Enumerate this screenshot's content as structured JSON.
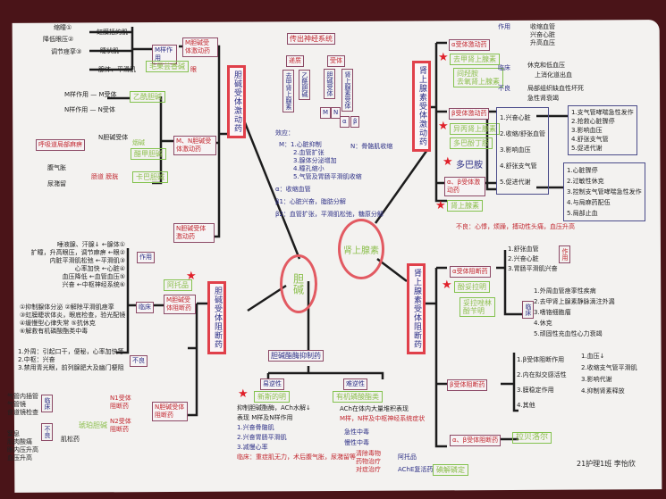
{
  "author": "21护理1班 李怡欣",
  "center": {
    "title": "传出神经系统",
    "transmitter": "递质",
    "receptor": "受体",
    "ne": "去甲肾上腺素",
    "ach": "乙酰胆碱",
    "chol_rec": "胆碱受体",
    "adr_rec": "肾上腺素受体",
    "m": "M",
    "nn": "N",
    "alpha": "α",
    "beta": "β",
    "effect_label": "效应：",
    "m_effects": [
      "M：1.心脏抑制",
      "2.血管扩张",
      "3.腺体分泌增加",
      "4.瞳孔缩小",
      "5.气管及胃肠平滑肌收缩"
    ],
    "n_effect": "N：骨骼肌收缩",
    "alpha_effect": "α：收缩血管",
    "b1_effect": "β1：心脏兴奋，脂肪分解",
    "b2_effect": "β2：血管扩张，平滑肌松弛，糖原分解",
    "choline_circle": "胆碱",
    "adrenal_circle": "肾上腺素"
  },
  "chol_agonist": {
    "title": "胆碱受体激动药",
    "m_agonist": "M胆碱受体激动药",
    "m_action": "M样作用",
    "pilocarpine": "毛果芸香碱",
    "eye": "眼",
    "m_effects": [
      "缩瞳①",
      "降低眼压②",
      "调节痉挛③"
    ],
    "m_targets": [
      "虹膜括约肌",
      "睫状肌",
      "腺体、平滑肌"
    ],
    "ach": "乙酰胆碱",
    "ach_actions": [
      "M样作用 — M受体",
      "N样作用 — N受体"
    ],
    "mn_agonist": "M、N胆碱受体激动药",
    "resp": "呼吸道局部麻痹",
    "n_rec": "N胆碱受体",
    "nicotine": "烟碱",
    "methacholine": "醋甲胆碱",
    "carbachol": "卡巴胆碱",
    "carbachol_uses": [
      "腹气胀",
      "尿潴留"
    ],
    "carbachol_target": "肠道 膀胱",
    "n_agonist": "N胆碱受体激动药"
  },
  "chol_blocker": {
    "title": "胆碱受体阻断药",
    "m_blocker": "M胆碱受体阻断药",
    "atropine": "阿托品",
    "action_label": "作用",
    "actions": [
      "唾液腺、汗腺↓ ←腺体①",
      "扩瞳，升高眼压，调节麻痹 ←眼②",
      "内脏平滑肌松弛 ←平滑肌③",
      "心率加快 ←心脏④",
      "血压降低 ←血管血压⑤",
      "兴奋 ←中枢神经系统⑥"
    ],
    "clinical_label": "临床",
    "clinical": [
      "①抑制腺体分泌 ②解除平滑肌痉挛",
      "③虹膜睫状体炎，眼底检查，验光配镜",
      "④缓慢型心律失常 ⑤抗休克",
      "⑥解救有机磷酸酯类中毒"
    ],
    "adverse_label": "不良",
    "adverse": [
      "1.外周：引起口干，便秘，心率加快等",
      "2.中枢：兴奋",
      "3.禁用青光眼，前列腺肥大及幽门梗阻"
    ],
    "n_blocker": "N胆碱受体阻断药",
    "n1": "N1受体阻断药",
    "n2": "N2受体阻断药",
    "succinylcholine": "琥珀胆碱",
    "muscle_relaxant": "肌松药",
    "sc_clinical": "临床",
    "sc_clinical_items": [
      "气管内插管",
      "气管镜",
      "食道镜检查"
    ],
    "sc_adverse": "不良",
    "sc_adverse_items": [
      "窒息",
      "肌肉酸痛",
      "眼内压升高",
      "血压升高"
    ]
  },
  "che_inhibitor": {
    "title": "胆碱酯酶抑制药",
    "reversible": "易逆性",
    "irreversible": "难逆性",
    "neostigmine": "新斯的明",
    "op": "有机磷酸酯类",
    "neo_lines": [
      "抑制胆碱酯酶，ACh水解↓",
      "表现 M样及N样作用",
      "1.兴奋骨骼肌",
      "2.兴奋胃肠平滑肌",
      "3.减慢心率"
    ],
    "neo_clinical": "临床：重症肌无力，术后腹气胀，尿潴留等",
    "op_lines": [
      "ACh在体内大量堆积表现",
      "M样，N样及中枢神经系统症状"
    ],
    "op_types": [
      "急性中毒",
      "慢性中毒"
    ],
    "treatment": [
      "清除毒物",
      "药物治疗",
      "对症治疗"
    ],
    "antidote1": "阿托品",
    "antidote2": "AChE复活药",
    "pralidoxime": "碘解磷定"
  },
  "adr_agonist": {
    "title": "肾上腺素受体激动药",
    "alpha": "α受体激动药",
    "ne": "去甲肾上腺素",
    "metaraminol": "间羟胺",
    "phenylephrine": "去氧肾上腺素",
    "alpha_action_label": "作用",
    "alpha_actions": [
      "收缩血管",
      "兴奋心脏",
      "升高血压"
    ],
    "alpha_clinical_label": "临床",
    "alpha_clinical": [
      "休克和低血压",
      "上消化道出血"
    ],
    "alpha_adverse_label": "不良",
    "alpha_adverse": [
      "局部组织缺血性坏死",
      "急性肾衰竭"
    ],
    "beta": "β受体激动药",
    "isoprenaline": "异丙肾上腺素",
    "dobutamine": "多巴酚丁胺",
    "dopamine": "多巴胺",
    "ab": "α、β受体激动药",
    "adrenaline": "肾上腺素",
    "effects": [
      "1.兴奋心脏",
      "2.收缩/舒张血管",
      "3.影响血压",
      "4.舒张支气管",
      "5.促进代谢"
    ],
    "iso_uses": [
      "1.支气管哮喘急性发作",
      "2.抢救心脏骤停",
      "3.影响血压",
      "4.舒张支气管",
      "5.促进代谢"
    ],
    "adr_uses": [
      "1.心脏骤停",
      "2.过敏性休克",
      "3.控制支气管哮喘急性发作",
      "4.与局麻药配伍",
      "5.局部止血"
    ],
    "adverse": "不良：心悸，烦躁，搏动性头痛，血压升高"
  },
  "adr_blocker": {
    "title": "肾上腺素受体阻断药",
    "alpha": "α受体阻断药",
    "phentolamine": "酚妥拉明",
    "tolazoline": "妥拉唑林",
    "phenoxybenzamine": "酚苄明",
    "action_label": "作用",
    "actions": [
      "1.舒张血管",
      "2.兴奋心脏",
      "3.胃肠平滑肌兴奋"
    ],
    "clinical_label": "临床",
    "clinical": [
      "1.外周血管痉挛性疾病",
      "2.去甲肾上腺素静脉滴注外漏",
      "3.嗜铬细胞瘤",
      "4.休克",
      "5.顽固性充血性心力衰竭"
    ],
    "beta": "β受体阻断药",
    "beta_props": [
      "1.β受体阻断作用",
      "2.内在拟交感活性",
      "3.膜稳定作用",
      "4.其他"
    ],
    "beta_effects": [
      "1.血压↓",
      "2.收缩支气管平滑肌",
      "3.影响代谢",
      "4.抑制肾素释放"
    ],
    "ab": "α、β受体阻断药",
    "labetalol": "拉贝洛尔"
  }
}
